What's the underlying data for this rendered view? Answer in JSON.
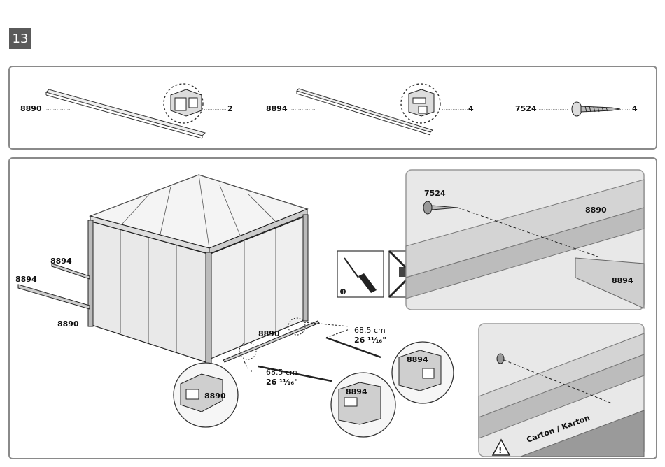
{
  "step": {
    "number": "13"
  },
  "parts": [
    {
      "code": "8890",
      "qty": "2"
    },
    {
      "code": "8894",
      "qty": "4"
    },
    {
      "code": "7524",
      "qty": "4"
    }
  ],
  "diagram": {
    "labels": {
      "rail_8894_top": "8894",
      "rail_8894_left": "8894",
      "rail_8890_left": "8890",
      "rail_8890_center": "8890",
      "zoom_8890": "8890",
      "zoom_8894_a": "8894",
      "zoom_8894_b": "8894"
    },
    "dimensions": [
      {
        "metric": "68.5 cm",
        "imperial": "26 ¹¹⁄₁₆\""
      },
      {
        "metric": "68.5 cm",
        "imperial": "26 ¹¹⁄₁₆\""
      }
    ],
    "detail_top": {
      "screw": "7524",
      "rail_a": "8890",
      "rail_b": "8894"
    },
    "detail_bottom": {
      "carton": "Carton / Karton"
    }
  }
}
